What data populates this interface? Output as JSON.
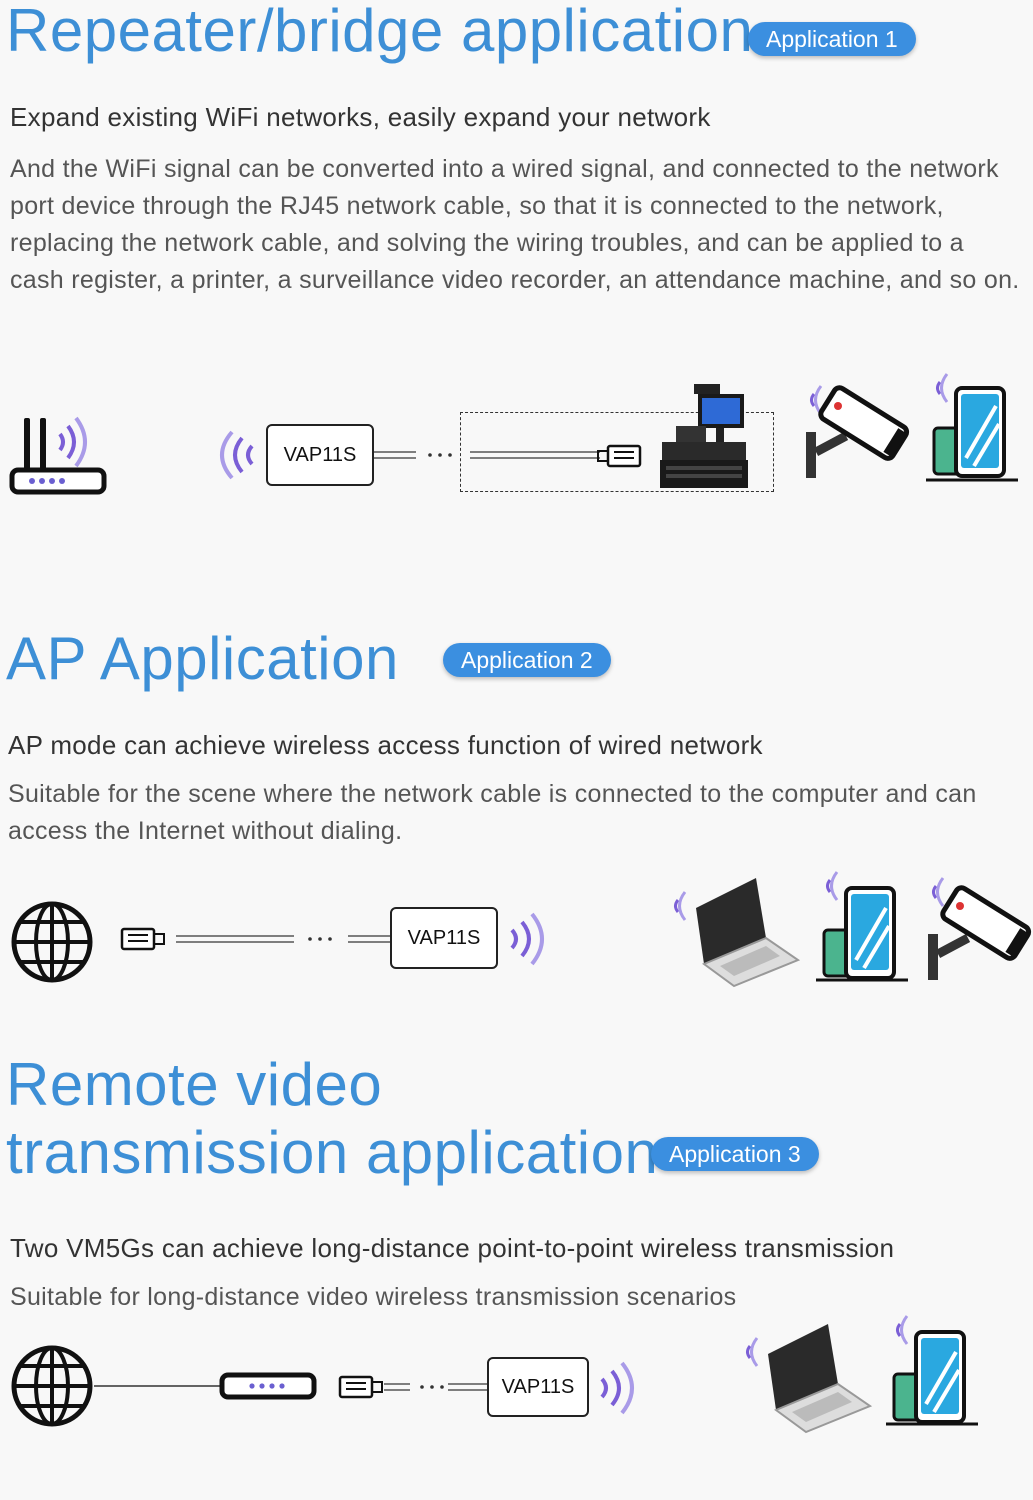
{
  "section1": {
    "title": "Repeater/bridge application",
    "badge": "Application 1",
    "subtitle": "Expand existing WiFi networks,  easily expand your network",
    "body": "And the WiFi signal can be converted into a wired signal, and connected to the network port device through the RJ45 network cable, so that it is connected to the network, replacing the network cable, and solving the wiring troubles, and can be applied to a cash register, a printer, a surveillance video recorder, an attendance machine, and so on.",
    "device_label": "VAP11S"
  },
  "section2": {
    "title": "AP Application",
    "badge": "Application 2",
    "subtitle": "AP mode can achieve wireless access function of wired network",
    "body": "Suitable for the scene where the network cable is connected to the computer and can access the Internet without dialing.",
    "device_label": "VAP11S"
  },
  "section3": {
    "title_line1": "Remote video",
    "title_line2": "transmission application",
    "badge": "Application 3",
    "subtitle": "Two VM5Gs can achieve long-distance point-to-point wireless transmission",
    "body": "Suitable for long-distance video wireless transmission scenarios",
    "device_label": "VAP11S"
  },
  "colors": {
    "accent": "#3d8fd6",
    "badge": "#3b8fe0",
    "wifi": "#7b5fd6",
    "screen": "#2aa8e0",
    "body_text": "#555555"
  },
  "icons": [
    "router-icon",
    "wifi-waves-icon",
    "cash-register-icon",
    "security-camera-icon",
    "smartphone-icon",
    "globe-icon",
    "rj45-plug-icon",
    "laptop-icon",
    "switch-icon"
  ]
}
